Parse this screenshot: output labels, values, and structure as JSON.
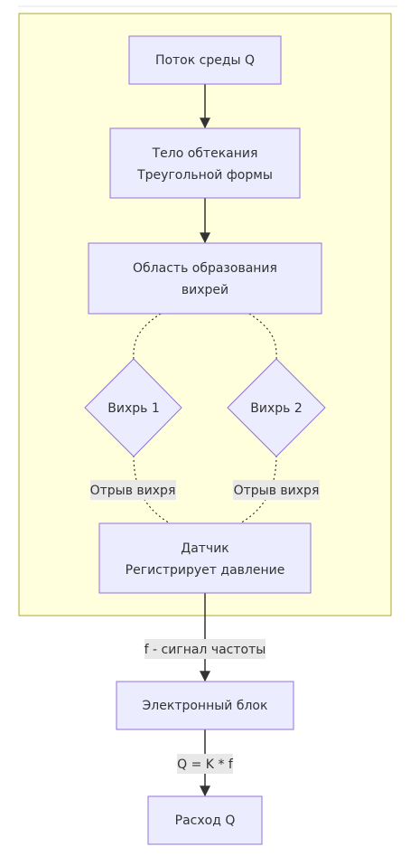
{
  "diagram": {
    "nodes": {
      "flow": "Поток среды Q",
      "body_line1": "Тело обтекания",
      "body_line2": "Треугольной формы",
      "vortex_area_line1": "Область образования",
      "vortex_area_line2": "вихрей",
      "vortex1": "Вихрь 1",
      "vortex2": "Вихрь 2",
      "sensor_line1": "Датчик",
      "sensor_line2": "Регистрирует давление",
      "electronics": "Электронный блок",
      "result": "Расход Q"
    },
    "edges": {
      "detach1": "Отрыв вихря",
      "detach2": "Отрыв вихря",
      "signal": "f - сигнал частоты",
      "formula": "Q = K * f"
    },
    "colors": {
      "node_fill": "#ECECFF",
      "node_stroke": "#9370DB",
      "cluster_fill": "#FFFFDE",
      "cluster_stroke": "#AAAA33",
      "edge": "#333333"
    }
  }
}
